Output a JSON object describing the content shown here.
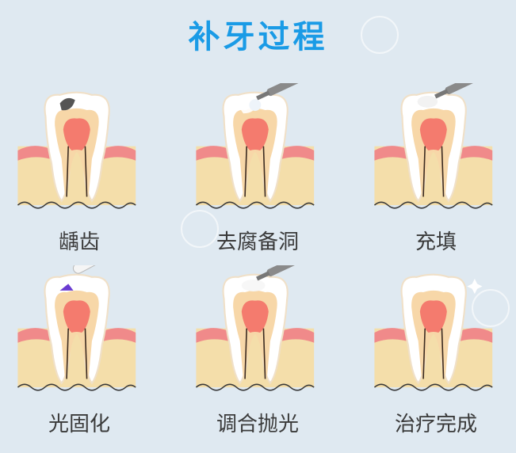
{
  "title": "补牙过程",
  "steps": [
    {
      "label": "龋齿",
      "icon": "decayed-tooth"
    },
    {
      "label": "去腐备洞",
      "icon": "drilled-tooth"
    },
    {
      "label": "充填",
      "icon": "filled-tooth"
    },
    {
      "label": "光固化",
      "icon": "light-cured-tooth"
    },
    {
      "label": "调合抛光",
      "icon": "polished-tooth"
    },
    {
      "label": "治疗完成",
      "icon": "finished-tooth"
    }
  ],
  "colors": {
    "title": "#1a9be6",
    "gum": "#f08a8a",
    "bone": "#f4deaa",
    "enamel": "#ffffff",
    "pulp": "#f47b6e",
    "cavity": "#555555",
    "uv_tip": "#6a3bd1"
  }
}
